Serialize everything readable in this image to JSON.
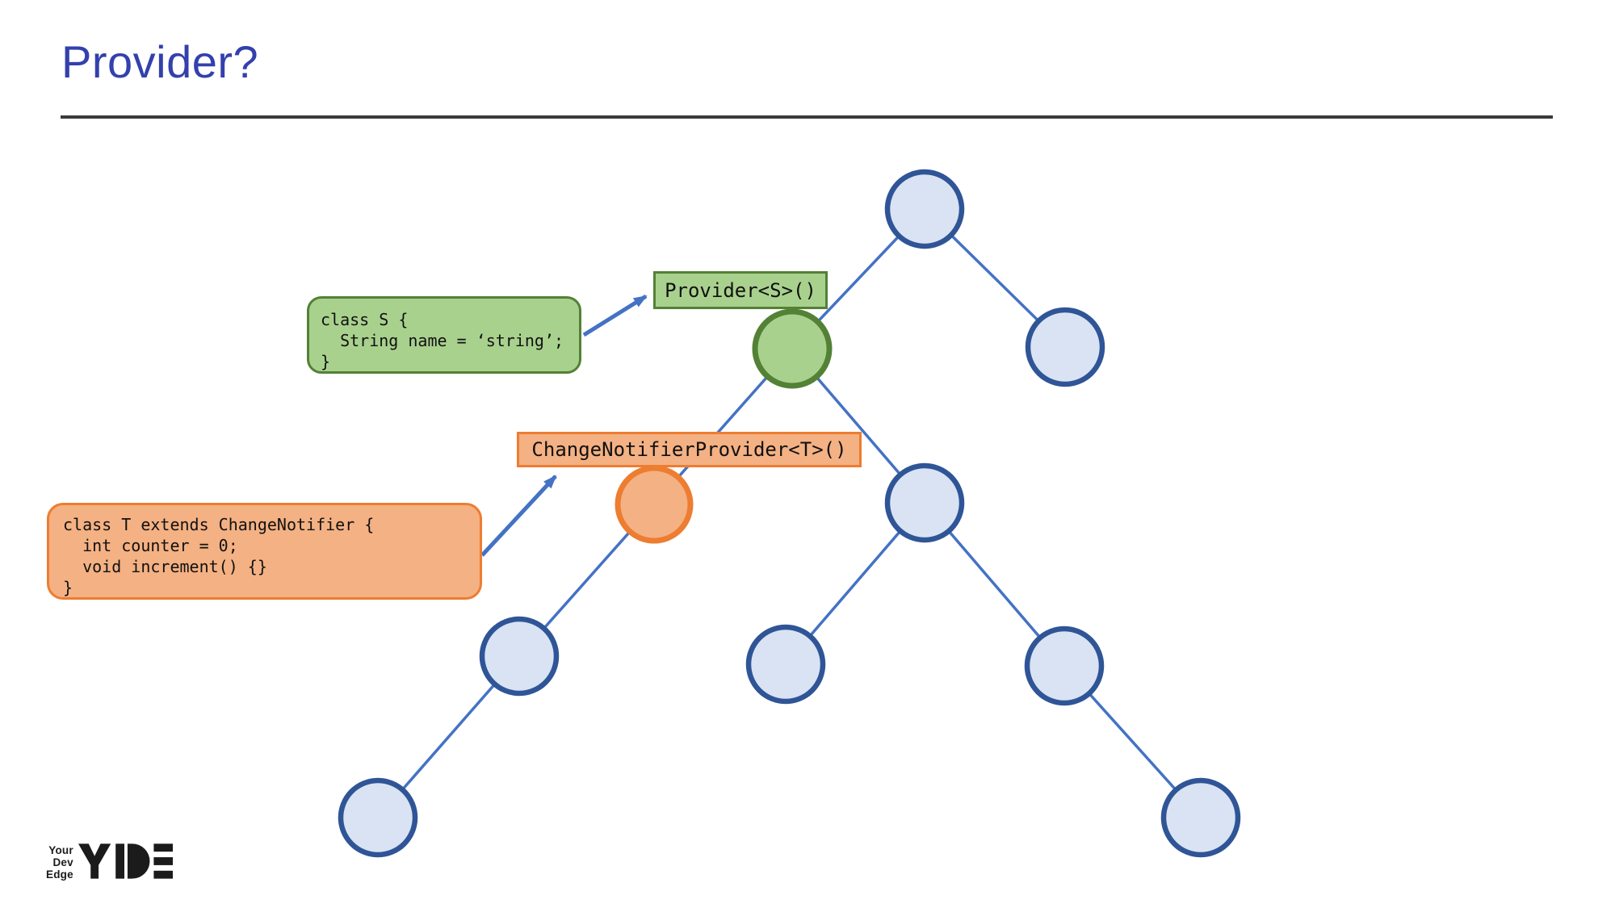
{
  "title": "Provider?",
  "colors": {
    "title_blue": "#3340AD",
    "underline_gray": "#3A3A3A",
    "edge_blue": "#4472C4",
    "node_fill": "#DAE3F3",
    "node_border": "#2F5597",
    "green_fill": "#A9D18E",
    "green_border": "#538135",
    "orange_fill": "#F4B183",
    "orange_border": "#ED7D31",
    "logo_black": "#1B1B1B"
  },
  "diagram": {
    "provider_label": "Provider<S>()",
    "change_notifier_provider_label": "ChangeNotifierProvider<T>()",
    "code_s": {
      "lines": [
        "class S {",
        "  String name = ‘string’;",
        "}"
      ]
    },
    "code_t": {
      "lines": [
        "class T extends ChangeNotifier {",
        "  int counter = 0;",
        "  void increment() {}",
        "}"
      ]
    },
    "tree": {
      "node_count": 10,
      "highlighted_nodes": [
        {
          "color": "green",
          "label": "Provider<S>()"
        },
        {
          "color": "orange",
          "label": "ChangeNotifierProvider<T>()"
        }
      ]
    }
  },
  "logo": {
    "words": [
      "Your",
      "Dev",
      "Edge"
    ],
    "acronym": "YDE"
  }
}
